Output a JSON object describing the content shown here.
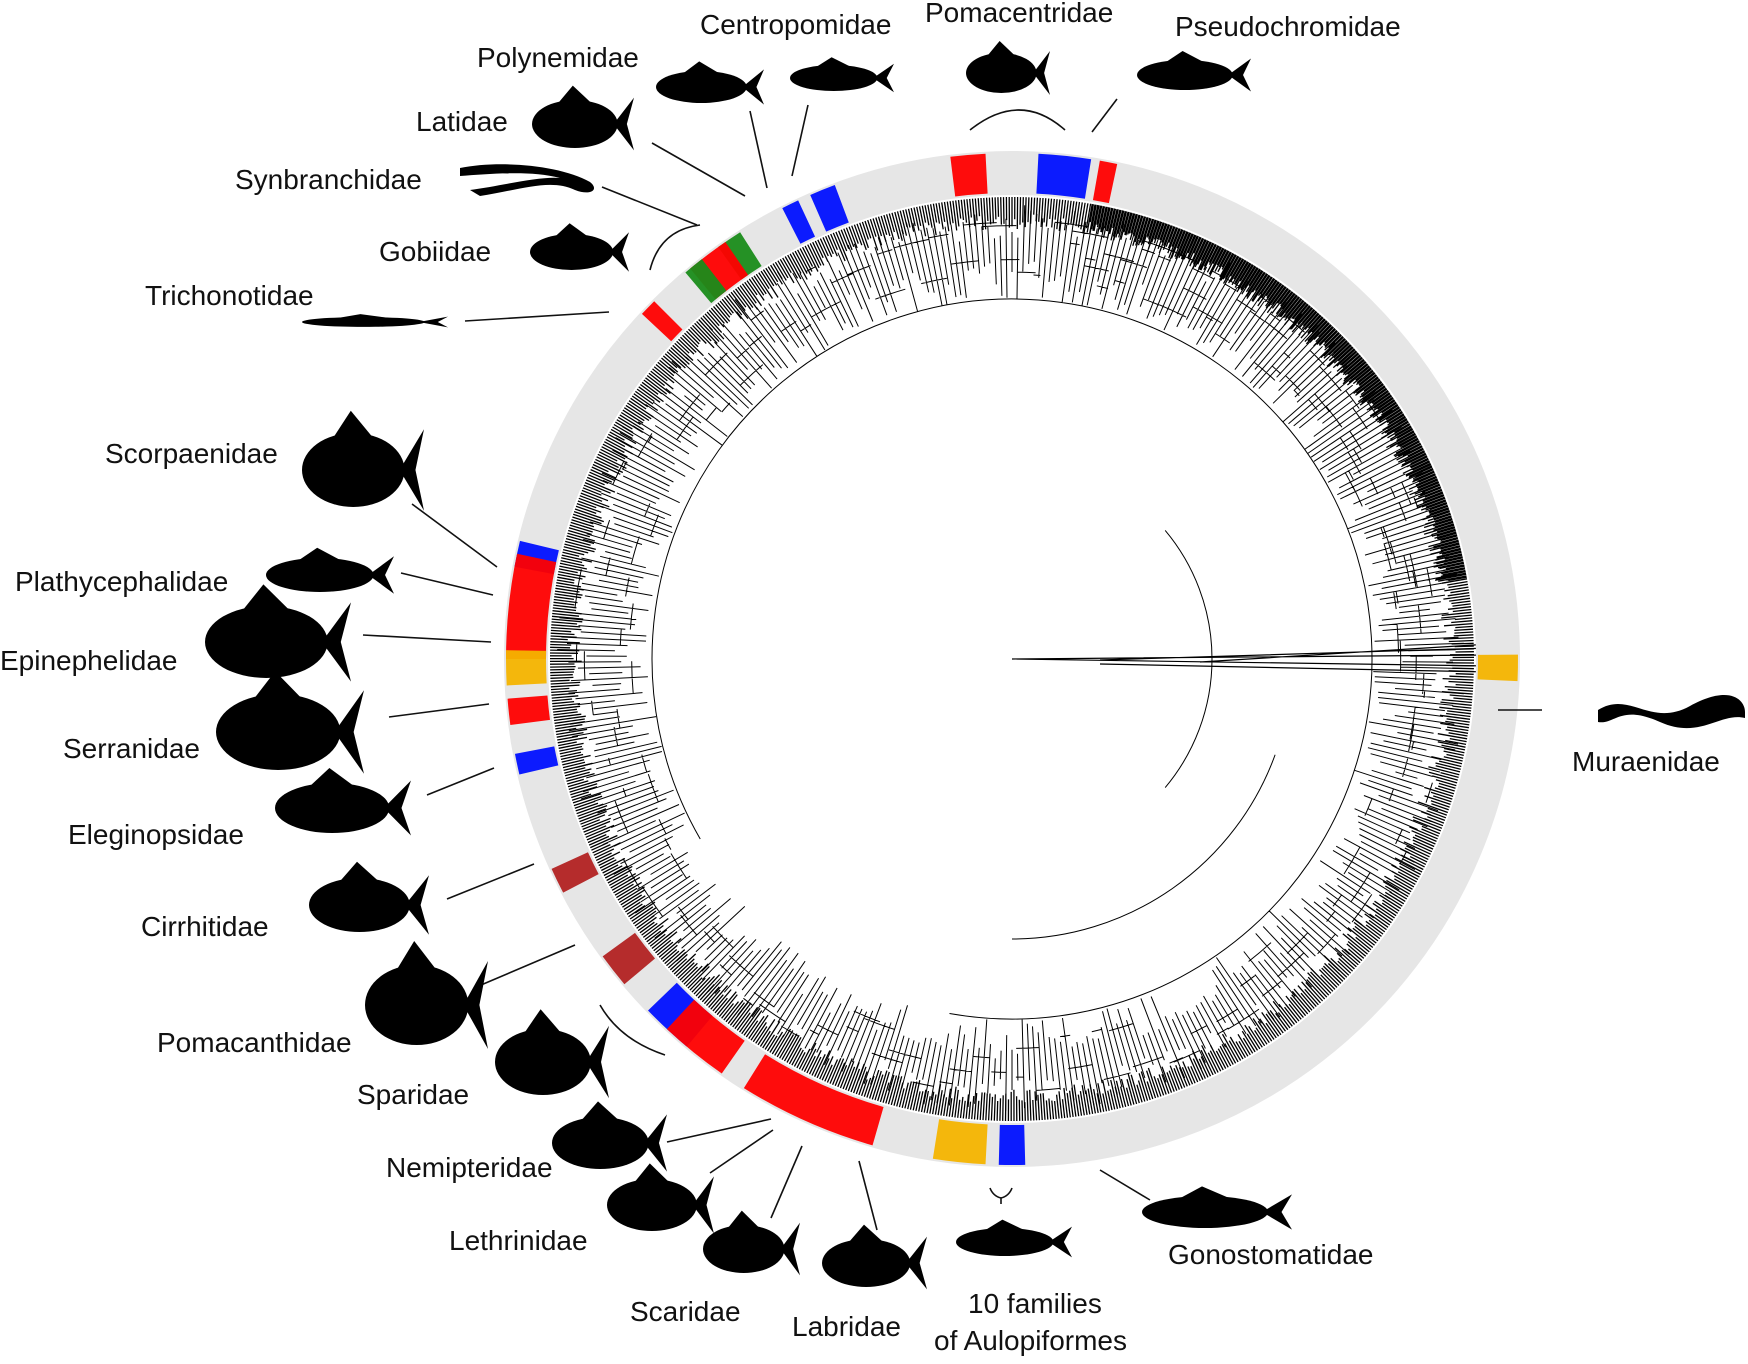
{
  "colors": {
    "ring": "#e6e6e6",
    "tree": "#000000",
    "red": "#ff0000",
    "blue": "#0010ff",
    "green": "#1a8c1a",
    "yellow": "#f4b400",
    "darkred": "#b22222"
  },
  "families": [
    {
      "label": "Centropomidae"
    },
    {
      "label": "Pomacentridae"
    },
    {
      "label": "Pseudochromidae"
    },
    {
      "label": "Polynemidae"
    },
    {
      "label": "Latidae"
    },
    {
      "label": "Synbranchidae"
    },
    {
      "label": "Gobiidae"
    },
    {
      "label": "Trichonotidae"
    },
    {
      "label": "Scorpaenidae"
    },
    {
      "label": "Plathycephalidae"
    },
    {
      "label": "Epinephelidae"
    },
    {
      "label": "Serranidae"
    },
    {
      "label": "Eleginopsidae"
    },
    {
      "label": "Cirrhitidae"
    },
    {
      "label": "Pomacanthidae"
    },
    {
      "label": "Sparidae"
    },
    {
      "label": "Nemipteridae"
    },
    {
      "label": "Lethrinidae"
    },
    {
      "label": "Scaridae"
    },
    {
      "label": "Labridae"
    },
    {
      "label": "10 families",
      "label2": "of Aulopiformes"
    },
    {
      "label": "Gonostomatidae"
    },
    {
      "label": "Muraenidae"
    }
  ]
}
